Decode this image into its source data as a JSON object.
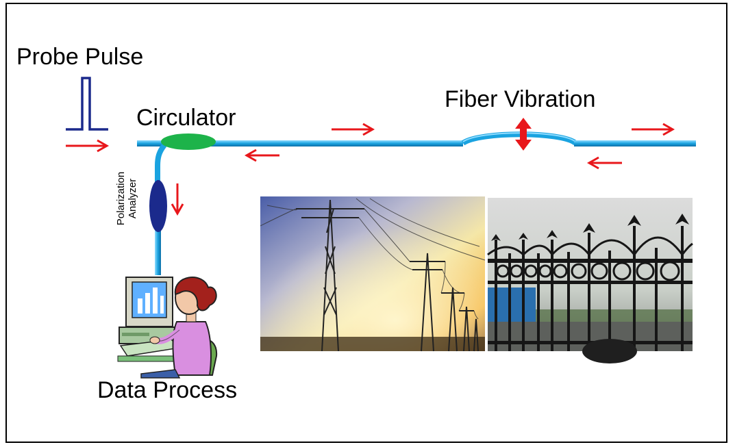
{
  "labels": {
    "probe_pulse": "Probe Pulse",
    "circulator": "Circulator",
    "fiber_vibration": "Fiber Vibration",
    "polarization": "Polarization",
    "analyzer": "Analyzer",
    "data_process": "Data Process"
  },
  "colors": {
    "fiber": "#1aa3e0",
    "arrow": "#e8171b",
    "pulse": "#1b2a8c",
    "circulator": "#1db34a",
    "analyzer": "#1b2a8c"
  },
  "icons": [
    "computer-user-clipart",
    "power-lines-photo",
    "iron-fence-photo"
  ]
}
